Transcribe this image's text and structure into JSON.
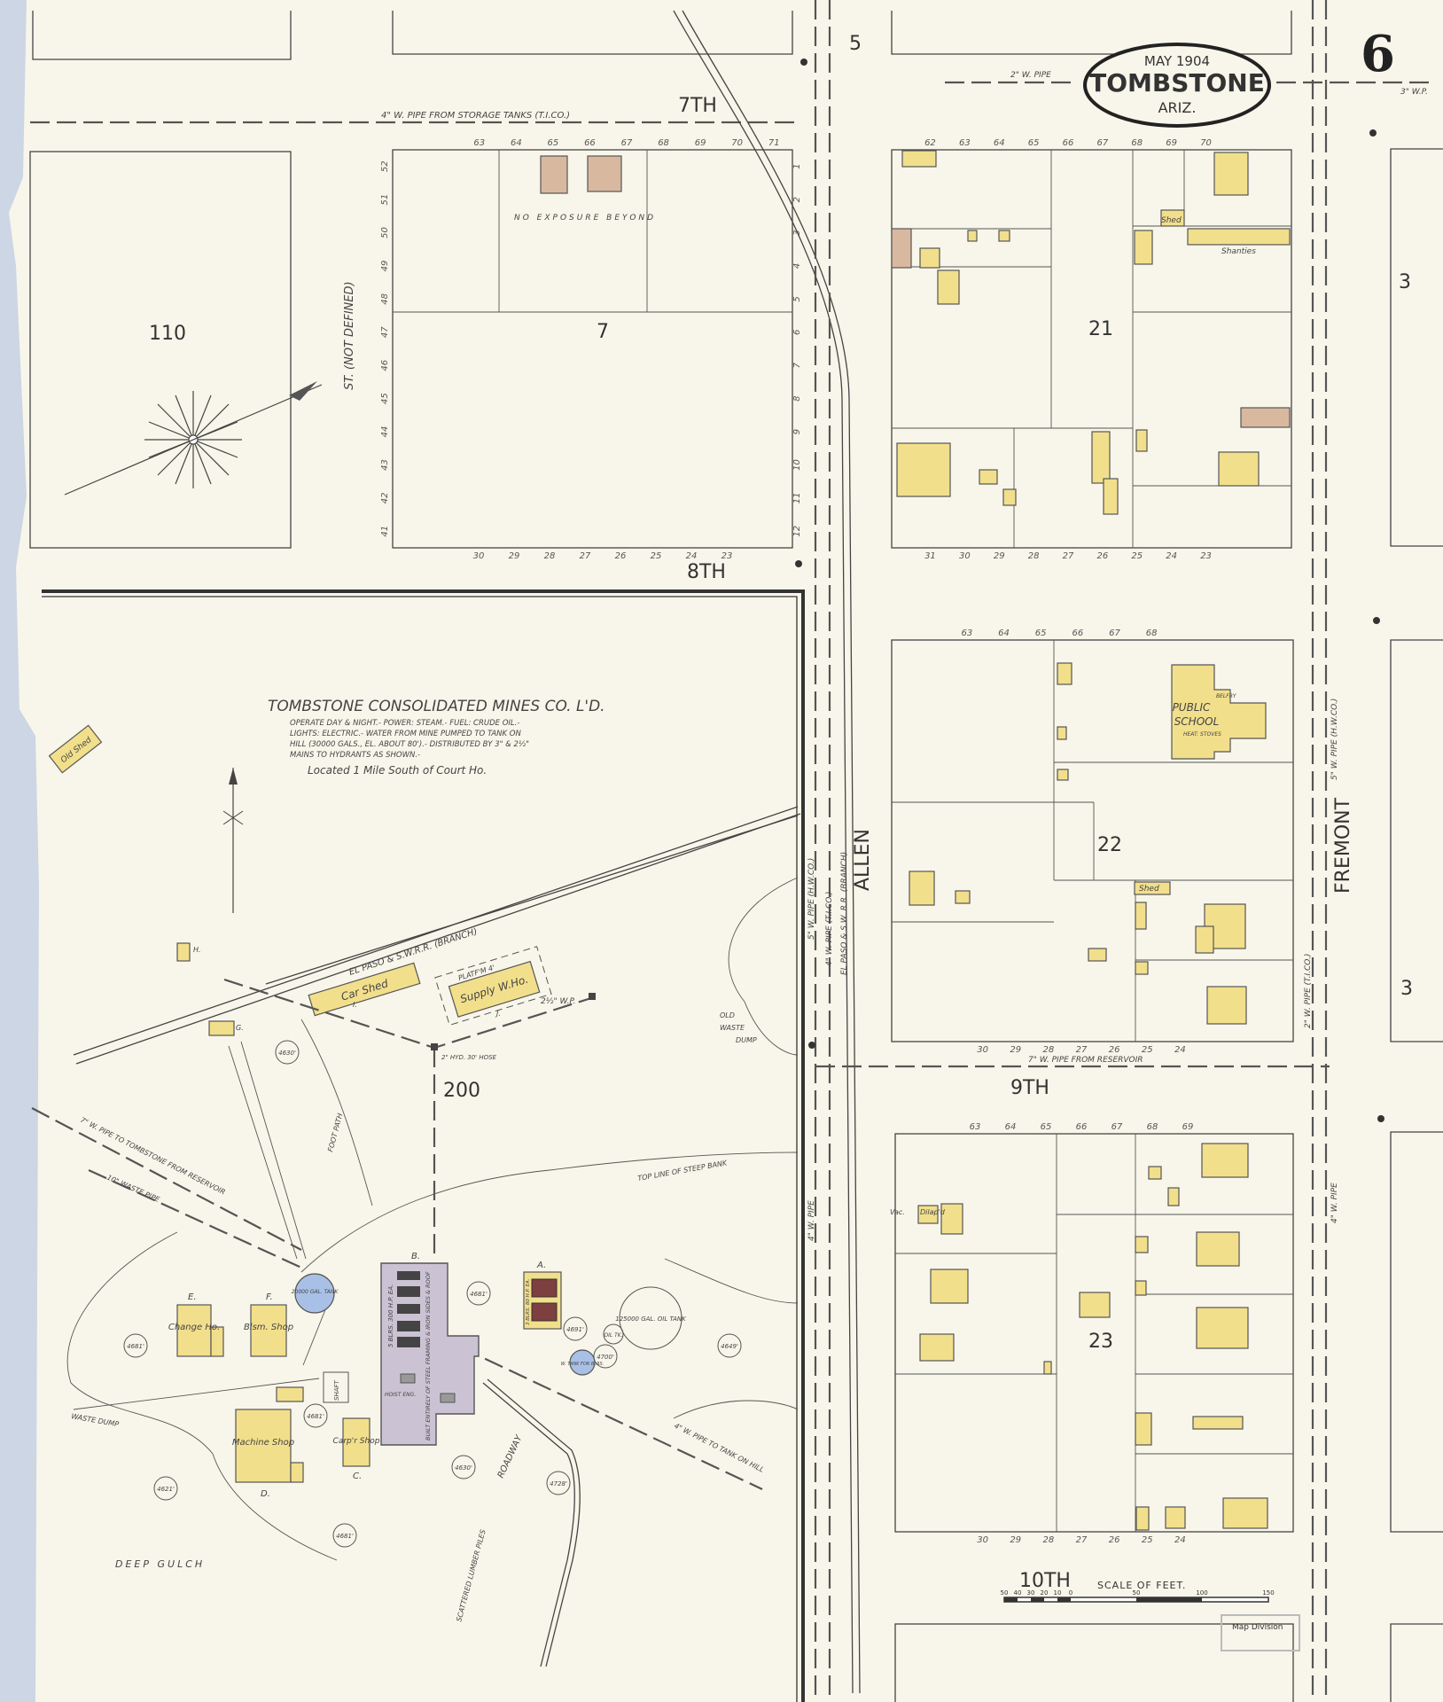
{
  "title_cartouche": {
    "date": "MAY 1904",
    "city": "TOMBSTONE",
    "state": "ARIZ."
  },
  "sheet_number": "6",
  "adjacent_sheets": {
    "top": "5",
    "right_upper": "3",
    "right_lower": "3"
  },
  "streets": {
    "seventh": "7TH",
    "eighth": "8TH",
    "ninth": "9TH",
    "tenth": "10TH",
    "allen": "ALLEN",
    "fremont": "FREMONT",
    "undefined_street": "ST. (NOT DEFINED)"
  },
  "blocks": {
    "b110": "110",
    "b7": "7",
    "b21": "21",
    "b22": "22",
    "b23": "23",
    "b200": "200"
  },
  "lot_numbers": {
    "b7_top": [
      "63",
      "64",
      "65",
      "66",
      "67",
      "68",
      "69",
      "70",
      "71"
    ],
    "b7_bottom": [
      "30",
      "29",
      "28",
      "27",
      "26",
      "25",
      "24",
      "23"
    ],
    "b7_left": [
      "52",
      "51",
      "50",
      "49",
      "48",
      "47",
      "46",
      "45",
      "44",
      "43",
      "42",
      "41"
    ],
    "b7_right": [
      "1",
      "2",
      "3",
      "4",
      "5",
      "6",
      "7",
      "8",
      "9",
      "10",
      "11",
      "12"
    ],
    "b21_top": [
      "62",
      "63",
      "64",
      "65",
      "66",
      "67",
      "68",
      "69",
      "70"
    ],
    "b21_bottom": [
      "31",
      "30",
      "29",
      "28",
      "27",
      "26",
      "25",
      "24",
      "23"
    ],
    "b22_top": [
      "63",
      "64",
      "65",
      "66",
      "67",
      "68"
    ],
    "b22_bottom": [
      "30",
      "29",
      "28",
      "27",
      "26",
      "25",
      "24"
    ],
    "b23_top": [
      "63",
      "64",
      "65",
      "66",
      "67",
      "68",
      "69"
    ],
    "b23_bottom": [
      "30",
      "29",
      "28",
      "27",
      "26",
      "25",
      "24"
    ]
  },
  "pipes": {
    "seventh_pipe": "4\" W. PIPE FROM STORAGE TANKS (T.I.CO.)",
    "top_right_pipe": "2\" W. PIPE",
    "top_far_right_pipe": "3\" W.P.",
    "ninth_pipe": "7\" W. PIPE FROM RESERVOIR",
    "allen_pipe_1": "5\" W. PIPE (H.W.CO.)",
    "allen_pipe_2": "4\" W. PIPE (T.I.CO.)",
    "allen_rr": "EL PASO & S.W. R.R. (BRANCH)",
    "fremont_pipe_1": "5\" W. PIPE (H.W.CO.)",
    "fremont_pipe_2": "2\" W. PIPE (T.I.CO.)",
    "fremont_pipe_3": "4\" W. PIPE",
    "allen_lower_pipe": "4\" W. PIPE"
  },
  "labels": {
    "no_exposure": "NO EXPOSURE BEYOND",
    "shanties": "Shanties",
    "shed": "Shed",
    "shed2": "Shed",
    "old_shed": "Old Shed",
    "school_line1": "PUBLIC",
    "school_line2": "SCHOOL",
    "school_belfry": "BELFRY",
    "school_heat": "HEAT: STOVES",
    "dilapd": "Dilap'd",
    "vacant": "Vac."
  },
  "mine": {
    "name": "TOMBSTONE CONSOLIDATED MINES CO. L'D.",
    "notes": [
      "OPERATE DAY & NIGHT.- POWER: STEAM.- FUEL: CRUDE OIL.-",
      "LIGHTS: ELECTRIC.- WATER FROM MINE PUMPED TO TANK ON",
      "HILL (30000 GALS., EL. ABOUT 80').- DISTRIBUTED BY 3\" & 2½\"",
      "MAINS TO HYDRANTS AS SHOWN.-"
    ],
    "location": "Located 1 Mile South of Court Ho.",
    "railroad": "EL PASO & S.W.R.R. (BRANCH)",
    "buildings": {
      "car_shed": "Car Shed",
      "supply": "Supply W.Ho.",
      "platform": "PLATF'M 4'",
      "change": "Change Ho.",
      "blsm": "Blsm. Shop",
      "machine": "Machine Shop",
      "carp": "Carp'r Shop",
      "boiler": "5 BLRS. 300 H.P. EA.",
      "built": "BUILT ENTIRELY OF STEEL FRAMING & IRON SIDES & ROOF",
      "hoist": "HOIST ENG.",
      "shaft": "SHAFT",
      "a_bldg": "3 BLRS. 80 H.P. EA.",
      "letters": [
        "A.",
        "B.",
        "C.",
        "D.",
        "E.",
        "F.",
        "G.",
        "H.",
        "I.",
        "J."
      ]
    },
    "tanks": {
      "water_tank": "20000 GAL. TANK",
      "boiler_tank": "W. TANK FOR BLRS.",
      "oil_tank": "125000 GAL. OIL TANK",
      "oil_tk": "OIL TK."
    },
    "hydrant": "2\" HYD. 30' HOSE",
    "wp_2half": "2½\" W.P.",
    "waste_pipe": "10\" WASTE PIPE",
    "tombstone_pipe": "7\" W. PIPE TO TOMBSTONE FROM RESERVOIR",
    "foot_path": "FOOT PATH",
    "steep_bank": "TOP LINE OF STEEP BANK",
    "pipe_to_hill": "4\" W. PIPE TO TANK ON HILL",
    "roadway": "ROADWAY",
    "lumber": "SCATTERED LUMBER PILES",
    "old_waste_dump": [
      "OLD",
      "WASTE",
      "DUMP"
    ],
    "deep_gulch": "DEEP GULCH",
    "waste_dump": "WASTE DUMP",
    "elevations": [
      "4630'",
      "4681'",
      "4681'",
      "4691'",
      "4700'",
      "4649'",
      "4621'",
      "4681'",
      "4630'",
      "4728'",
      "4681'"
    ]
  },
  "scale": {
    "title": "SCALE OF FEET.",
    "ticks": [
      "50",
      "40",
      "30",
      "20",
      "10",
      "0",
      "50",
      "100",
      "150"
    ]
  },
  "stamp": "Map Division",
  "colors": {
    "frame": "#f2df8c",
    "adobe": "#d8b9a0",
    "iron": "#cbc3d3",
    "tank": "#a9c0e6",
    "paper": "#f8f6ea"
  }
}
